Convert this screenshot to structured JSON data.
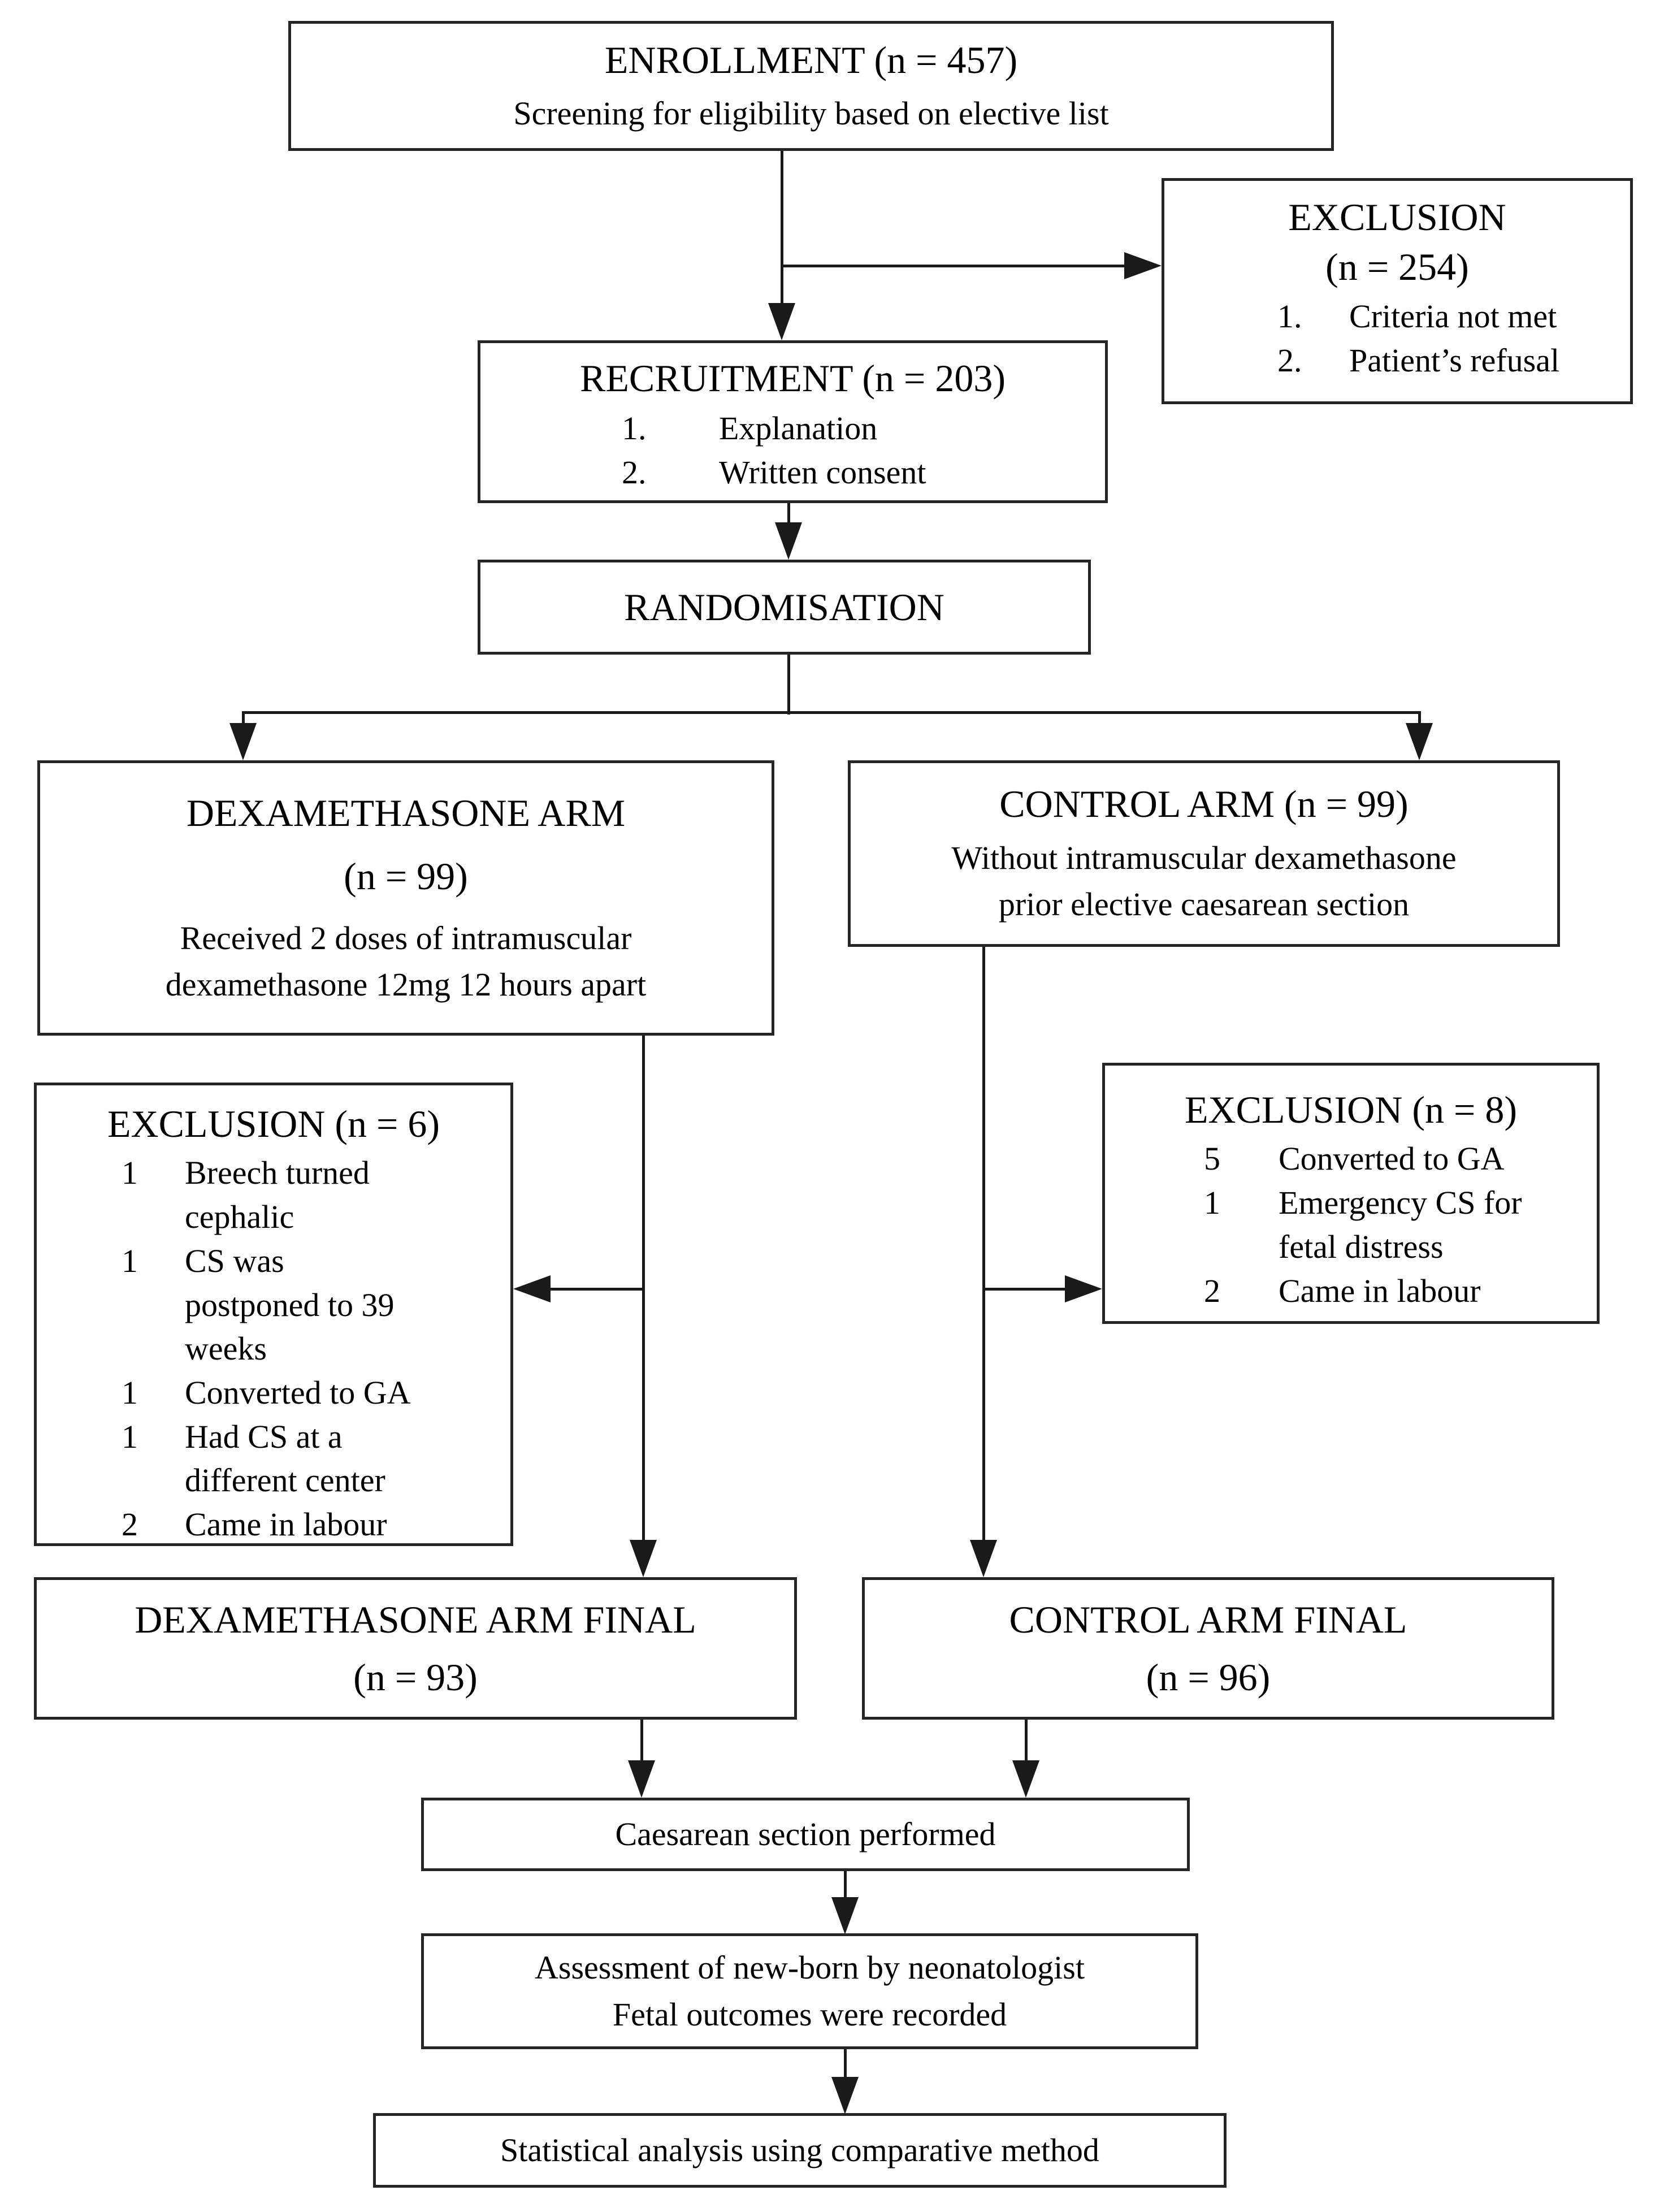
{
  "figure": {
    "background": "#ffffff",
    "border_color": "#262626",
    "line_color": "#1a1a1a",
    "text_color": "#000000",
    "boxes": {
      "enrollment": {
        "title": "ENROLLMENT (n = 457)",
        "subtitle": "Screening for eligibility based on elective list"
      },
      "exclusion_top": {
        "title": "EXCLUSION",
        "count": "(n = 254)",
        "items": [
          {
            "num": "1.",
            "text": "Criteria not met"
          },
          {
            "num": "2.",
            "text": "Patient’s refusal"
          }
        ]
      },
      "recruitment": {
        "title": "RECRUITMENT (n = 203)",
        "items": [
          {
            "num": "1.",
            "text": "Explanation"
          },
          {
            "num": "2.",
            "text": "Written consent"
          }
        ]
      },
      "randomisation": {
        "title": "RANDOMISATION"
      },
      "dexamethasone_arm": {
        "title": "DEXAMETHASONE ARM",
        "count": "(n = 99)",
        "body": "Received 2 doses of intramuscular\ndexamethasone 12mg 12 hours apart"
      },
      "control_arm": {
        "title": "CONTROL ARM (n = 99)",
        "body": "Without intramuscular dexamethasone\nprior elective caesarean section"
      },
      "exclusion_dexamethasone": {
        "title": "EXCLUSION (n = 6)",
        "items": [
          {
            "num": "1",
            "text": "Breech turned\ncephalic"
          },
          {
            "num": "1",
            "text": "CS was\npostponed to 39\nweeks"
          },
          {
            "num": "1",
            "text": "Converted to GA"
          },
          {
            "num": "1",
            "text": "Had CS at a\ndifferent center"
          },
          {
            "num": "2",
            "text": "Came in labour"
          }
        ]
      },
      "exclusion_control": {
        "title": "EXCLUSION (n = 8)",
        "items": [
          {
            "num": "5",
            "text": "Converted to GA"
          },
          {
            "num": "1",
            "text": "Emergency CS for\nfetal distress"
          },
          {
            "num": "2",
            "text": "Came in labour"
          }
        ]
      },
      "dexamethasone_final": {
        "title": "DEXAMETHASONE ARM FINAL",
        "count": "(n = 93)"
      },
      "control_final": {
        "title": "CONTROL ARM FINAL",
        "count": "(n = 96)"
      },
      "caesarean": {
        "title": "Caesarean section performed"
      },
      "assessment": {
        "body": "Assessment of new-born by neonatologist\nFetal outcomes were recorded"
      },
      "statistical": {
        "title": "Statistical analysis using comparative method"
      }
    }
  }
}
